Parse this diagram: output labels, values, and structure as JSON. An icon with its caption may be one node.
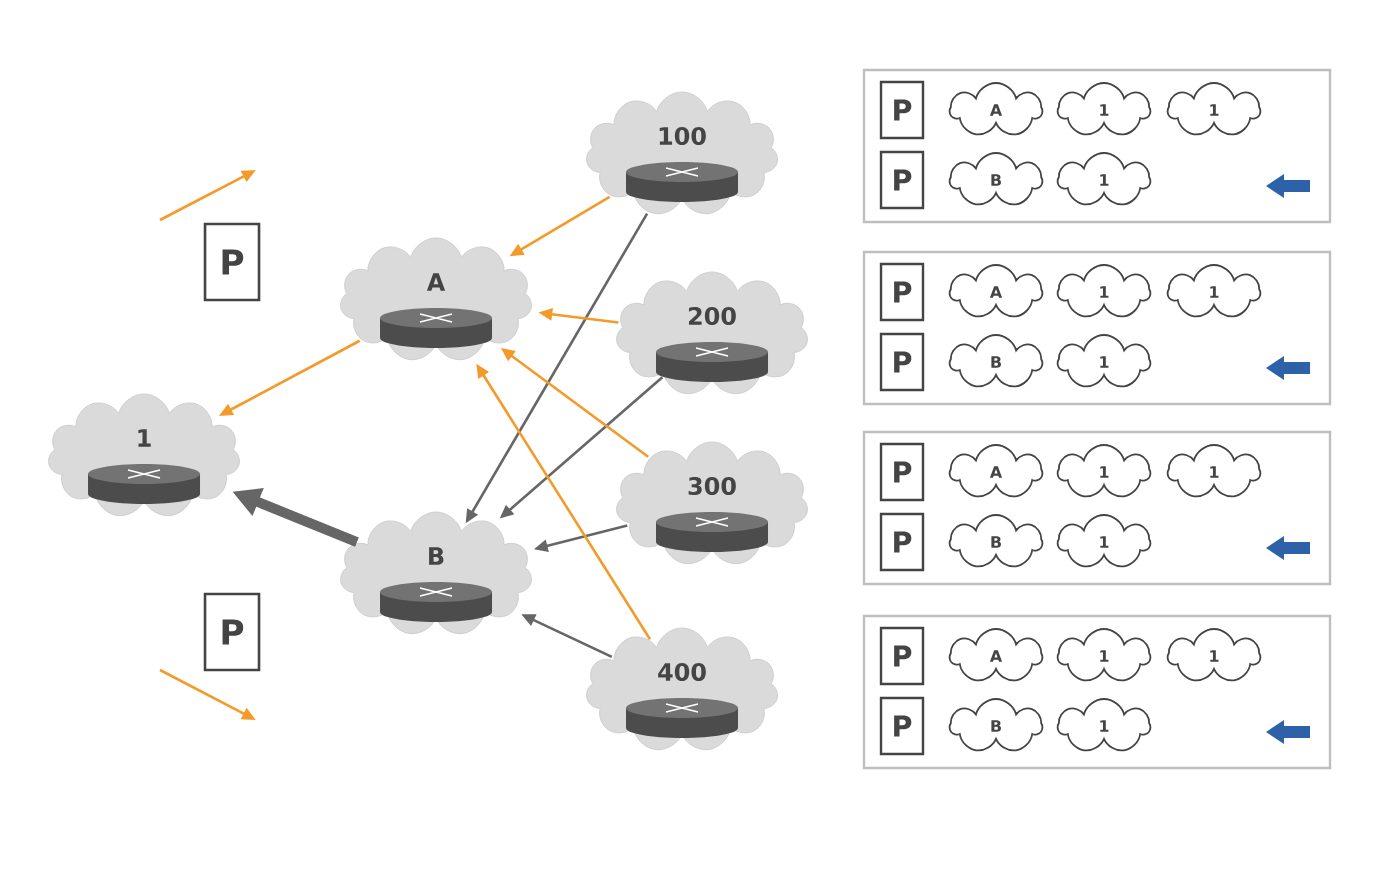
{
  "diagram": {
    "nodes": [
      {
        "text": [
          "1"
        ]
      },
      {
        "text": [
          "A"
        ]
      },
      {
        "text": [
          "B"
        ]
      },
      {
        "text": [
          "100"
        ]
      },
      {
        "text": [
          "200"
        ]
      },
      {
        "text": [
          "300"
        ]
      },
      {
        "text": [
          "400"
        ]
      },
      {
        "text": [
          "P"
        ]
      },
      {
        "text": [
          "P"
        ]
      },
      {
        "text": [],
        "shape": "box"
      },
      {
        "text": [
          "P"
        ],
        "in": 9
      },
      {
        "text": [
          "A"
        ],
        "in": 9
      },
      {
        "text": [
          "1"
        ],
        "in": 9
      },
      {
        "text": [
          "1"
        ],
        "in": 9
      },
      {
        "text": [
          "P"
        ],
        "in": 9
      },
      {
        "text": [
          "B"
        ],
        "in": 9
      },
      {
        "text": [
          "1"
        ],
        "in": 9
      },
      {
        "text": [],
        "shape": "box"
      },
      {
        "text": [
          "P"
        ],
        "in": 17
      },
      {
        "text": [
          "A"
        ],
        "in": 17
      },
      {
        "text": [
          "1"
        ],
        "in": 17
      },
      {
        "text": [
          "1"
        ],
        "in": 17
      },
      {
        "text": [
          "P"
        ],
        "in": 17
      },
      {
        "text": [
          "B"
        ],
        "in": 17
      },
      {
        "text": [
          "1"
        ],
        "in": 17
      },
      {
        "text": [],
        "shape": "box"
      },
      {
        "text": [
          "P"
        ],
        "in": 25
      },
      {
        "text": [
          "A"
        ],
        "in": 25
      },
      {
        "text": [
          "1"
        ],
        "in": 25
      },
      {
        "text": [
          "1"
        ],
        "in": 25
      },
      {
        "text": [
          "P"
        ],
        "in": 25
      },
      {
        "text": [
          "B"
        ],
        "in": 25
      },
      {
        "text": [
          "1"
        ],
        "in": 25
      },
      {
        "text": [],
        "shape": "box"
      },
      {
        "text": [
          "P"
        ],
        "in": 33
      },
      {
        "text": [
          "A"
        ],
        "in": 33
      },
      {
        "text": [
          "1"
        ],
        "in": 33
      },
      {
        "text": [
          "1"
        ],
        "in": 33
      },
      {
        "text": [
          "P"
        ],
        "in": 33
      },
      {
        "text": [
          "B"
        ],
        "in": 33
      },
      {
        "text": [
          "1"
        ],
        "in": 33
      }
    ],
    "edges": [
      {
        "from": 1,
        "to": 0,
        "arrow": "to"
      },
      {
        "from": 2,
        "to": 0,
        "arrow": "to",
        "style": "thick",
        "color": "#666666"
      },
      {
        "from": 3,
        "to": 1,
        "arrow": "to"
      },
      {
        "from": 3,
        "to": 2,
        "arrow": "to",
        "color": "#666666"
      },
      {
        "from": 4,
        "to": 1,
        "arrow": "to"
      },
      {
        "from": 4,
        "to": 2,
        "arrow": "to",
        "color": "#666666"
      },
      {
        "from": 5,
        "to": 1,
        "arrow": "to"
      },
      {
        "from": 5,
        "to": 2,
        "arrow": "to",
        "color": "#666666"
      },
      {
        "from": 6,
        "to": 1,
        "arrow": "to"
      },
      {
        "from": 6,
        "to": 2,
        "arrow": "to",
        "color": "#666666"
      }
    ]
  }
}
